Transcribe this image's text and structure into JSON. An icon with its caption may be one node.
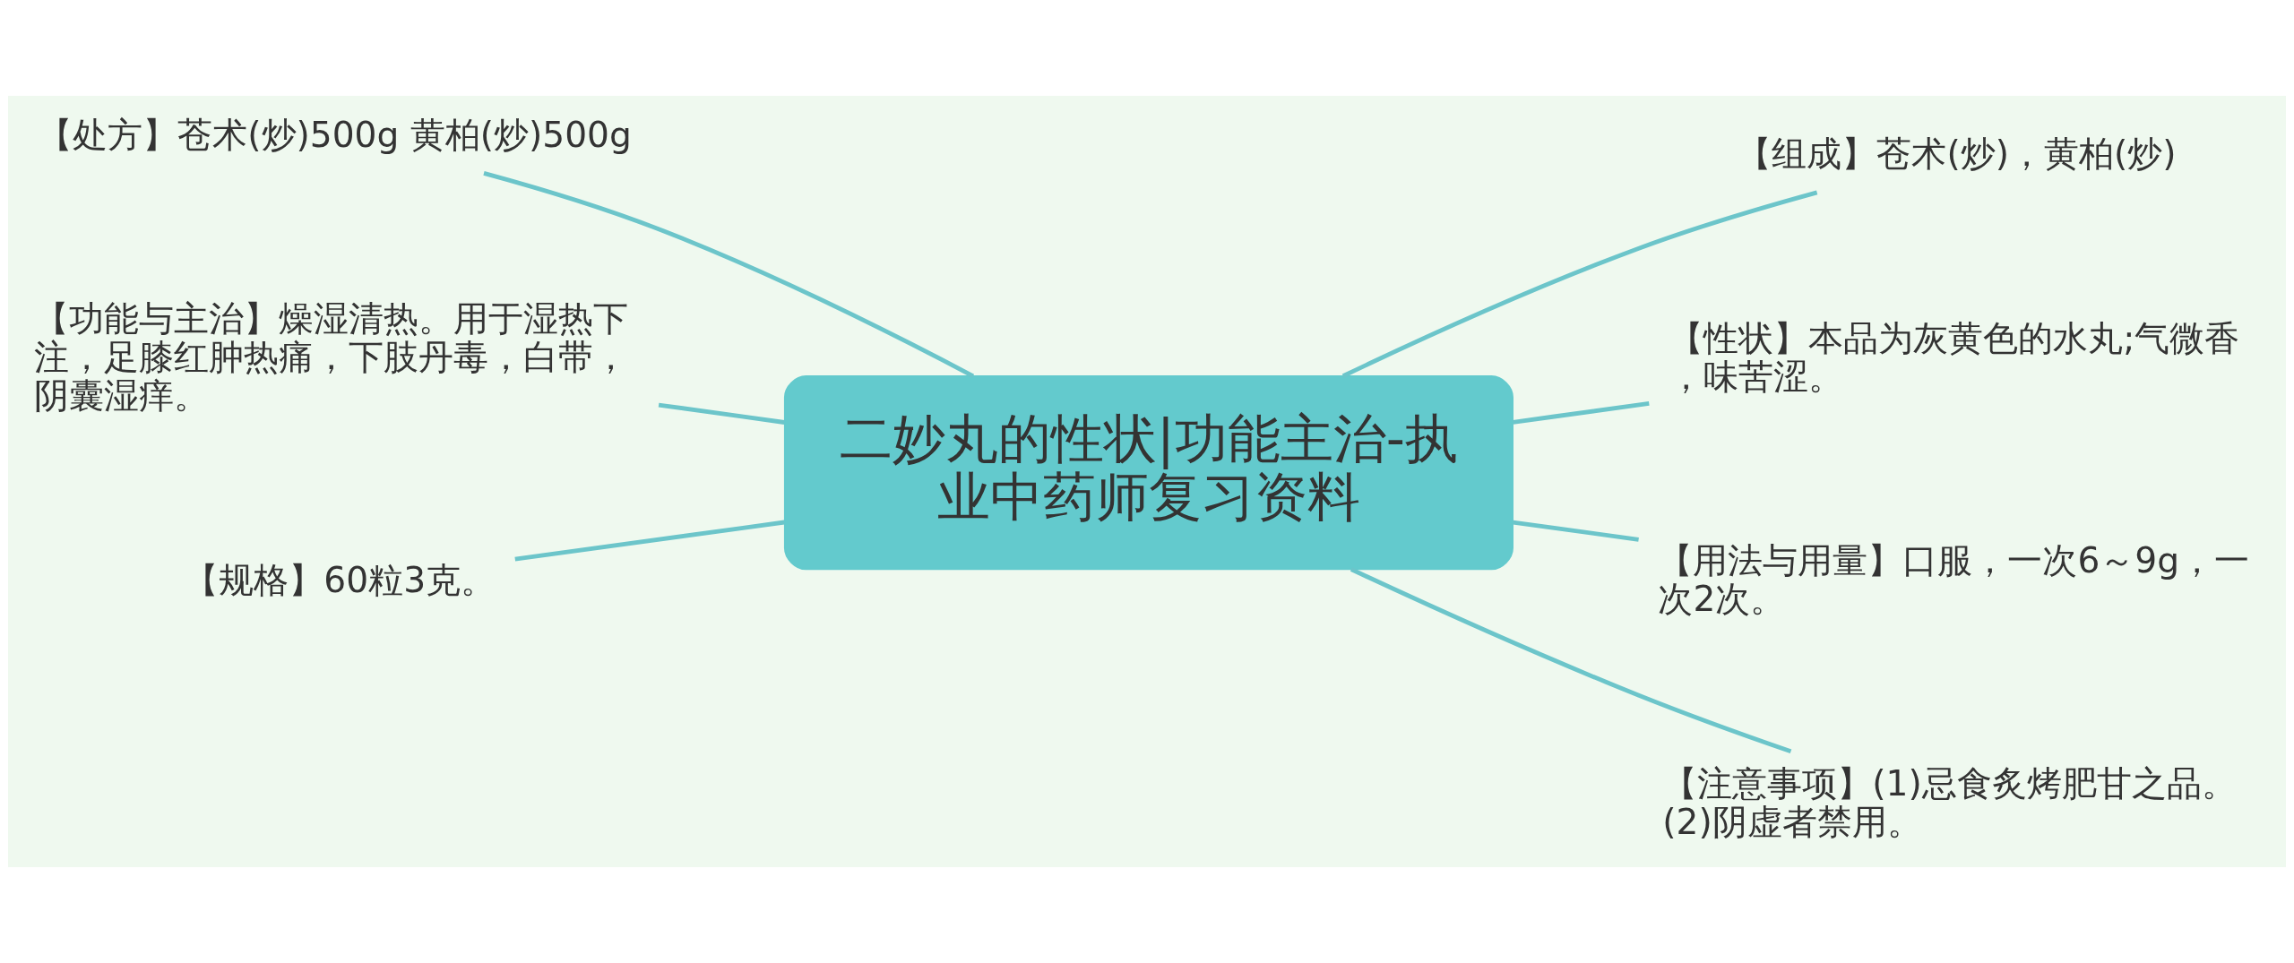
{
  "diagram": {
    "nodes": [
      {
        "text": [
          "二妙丸的性状|功能主治-执业中药师复习资料"
        ]
      },
      {
        "text": [
          "【处方】苍术(炒)500g 黄柏(炒)500g"
        ]
      },
      {
        "text": [
          "【功能与主治】燥湿清热。用于湿热下注，足膝红肿热痛，下肢丹毒，白带，阴囊湿痒。"
        ]
      },
      {
        "text": [
          "【规格】60粒3克。"
        ]
      },
      {
        "text": [
          "【组成】苍术(炒)，黄柏(炒)"
        ]
      },
      {
        "text": [
          "【性状】本品为灰黄色的水丸;气微香，味苦涩。"
        ]
      },
      {
        "text": [
          "【用法与用量】口服，一次6～9g，一次2次。"
        ]
      },
      {
        "text": [
          "【注意事项】(1)忌食炙烤肥甘之品。 (2)阴虚者禁用。"
        ]
      }
    ],
    "edges": [
      {
        "from": 0,
        "to": 1,
        "arrow": "none"
      },
      {
        "from": 0,
        "to": 2,
        "arrow": "none"
      },
      {
        "from": 0,
        "to": 3,
        "arrow": "none"
      },
      {
        "from": 0,
        "to": 4,
        "arrow": "none"
      },
      {
        "from": 0,
        "to": 5,
        "arrow": "none"
      },
      {
        "from": 0,
        "to": 6,
        "arrow": "none"
      },
      {
        "from": 0,
        "to": 7,
        "arrow": "none"
      }
    ]
  }
}
